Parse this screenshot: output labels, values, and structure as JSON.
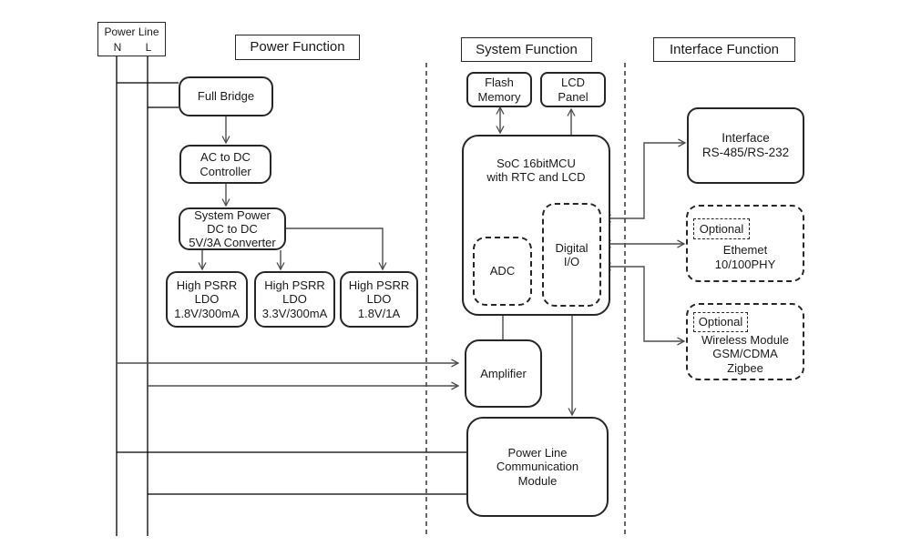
{
  "power_line": {
    "title": "Power Line",
    "n_label": "N",
    "l_label": "L"
  },
  "section_headers": {
    "power": "Power Function",
    "system": "System Function",
    "interface": "Interface Function"
  },
  "power": {
    "full_bridge": "Full Bridge",
    "ac_dc_controller": "AC to DC\nController",
    "dc_dc_converter": "System Power\nDC to DC\n5V/3A Converter",
    "ldo_1": "High PSRR\nLDO\n1.8V/300mA",
    "ldo_2": "High PSRR\nLDO\n3.3V/300mA",
    "ldo_3": "High PSRR\nLDO\n1.8V/1A"
  },
  "system": {
    "flash_memory": "Flash\nMemory",
    "lcd_panel": "LCD\nPanel",
    "soc": "SoC 16bitMCU\nwith RTC and LCD",
    "adc": "ADC",
    "digital_io": "Digital\nI/O",
    "amplifier": "Amplifier",
    "plc_module": "Power Line\nCommunication\nModule"
  },
  "interface": {
    "rs_interface": "Interface\nRS-485/RS-232",
    "ethernet_optional": "Optional",
    "ethernet": "Ethemet\n10/100PHY",
    "wireless_optional": "Optional",
    "wireless": "Wireless Module\nGSM/CDMA\nZigbee"
  },
  "colors": {
    "box_border": "#262626",
    "connector": "#4d4d4d",
    "power_line": "#000000",
    "background": "#ffffff"
  }
}
